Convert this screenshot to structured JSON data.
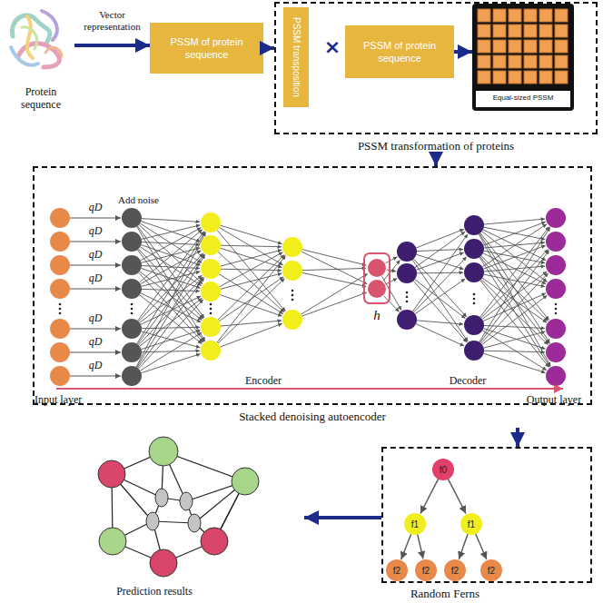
{
  "diagram": {
    "nodes": [
      {
        "text": [
          "Protein sequence"
        ]
      },
      {
        "text": [
          "PSSM of protein sequence"
        ]
      },
      {
        "text": [
          "PSSM transformation of proteins"
        ]
      },
      {
        "text": [
          "PSSM transposition"
        ],
        "in": 2
      },
      {
        "text": [
          "PSSM of protein sequence"
        ],
        "in": 2
      },
      {
        "text": [
          "Equal-sized PSSM"
        ],
        "in": 2
      },
      {
        "text": [
          "Stacked denoising autoencoder"
        ]
      },
      {
        "text": [
          "h"
        ],
        "in": 6
      },
      {
        "text": [
          "Random Ferns"
        ]
      },
      {
        "text": [
          "f0"
        ],
        "in": 8
      },
      {
        "text": [
          "f1"
        ],
        "in": 8
      },
      {
        "text": [
          "f1"
        ],
        "in": 8
      },
      {
        "text": [
          "f2"
        ],
        "in": 8
      },
      {
        "text": [
          "f2"
        ],
        "in": 8
      },
      {
        "text": [
          "f2"
        ],
        "in": 8
      },
      {
        "text": [
          "f2"
        ],
        "in": 8
      },
      {
        "text": [
          "Prediction results"
        ]
      }
    ],
    "edges": [
      {
        "from": 0,
        "to": 1,
        "arrow": "to",
        "label": "Vector representation"
      },
      {
        "from": 1,
        "to": 2,
        "arrow": "to"
      },
      {
        "from": 4,
        "to": 5,
        "arrow": "to"
      },
      {
        "from": 2,
        "to": 6,
        "arrow": "to"
      },
      {
        "from": 6,
        "to": 8,
        "arrow": "to"
      },
      {
        "from": 8,
        "to": 16,
        "arrow": "to"
      },
      {
        "from": 9,
        "to": 10,
        "arrow": "to"
      },
      {
        "from": 9,
        "to": 11,
        "arrow": "to"
      },
      {
        "from": 10,
        "to": 12,
        "arrow": "to"
      },
      {
        "from": 10,
        "to": 13,
        "arrow": "to"
      },
      {
        "from": 11,
        "to": 14,
        "arrow": "to"
      },
      {
        "from": 11,
        "to": 15,
        "arrow": "to"
      }
    ],
    "labels": [
      "×",
      "Add noise",
      "qD",
      "qD",
      "qD",
      "qD",
      "qD",
      "qD",
      "qD",
      "Encoder",
      "Decoder",
      "Input layer",
      "Output layer"
    ]
  }
}
